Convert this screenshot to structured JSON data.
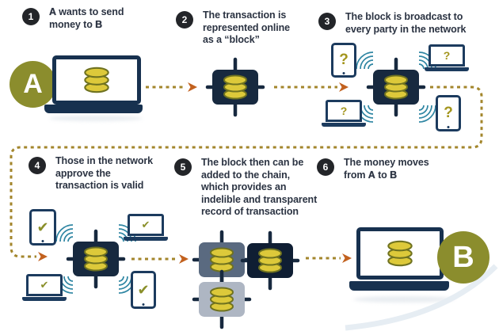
{
  "steps": [
    {
      "number": "1",
      "line1_bold": "A",
      "line1_rest": " wants to send",
      "line2_rest": "money to ",
      "line2_bold": "B"
    },
    {
      "number": "2",
      "lines": [
        "The transaction is",
        "represented online",
        "as a “block”"
      ]
    },
    {
      "number": "3",
      "lines": [
        "The block is broadcast to",
        "every party in the network"
      ]
    },
    {
      "number": "4",
      "lines": [
        "Those in the network",
        "approve the",
        "transaction is valid"
      ]
    },
    {
      "number": "5",
      "lines": [
        "The block then can be",
        "added to the chain,",
        "which provides an",
        "indelible and transparent",
        "record of transaction"
      ]
    },
    {
      "number": "6",
      "line1": "The money moves",
      "line2_pre": "from ",
      "line2_a": "A",
      "line2_mid": " to ",
      "line2_b": "B"
    }
  ],
  "participants": {
    "sender": "A",
    "receiver": "B"
  },
  "symbols": {
    "question": "?",
    "check": "✔"
  },
  "colors": {
    "block_navy": "#17293f",
    "device_navy": "#1c3b5e",
    "laptop_navy": "#17314f",
    "participant_olive": "#8b8d2d",
    "coin_fill": "#ddc93a",
    "coin_stroke": "#6f7220",
    "dash_gold": "#a3862c",
    "arrowhead_orange": "#c2611e",
    "wave_teal": "#2f86a3",
    "chain_slate": "#5a6a80",
    "chain_dark": "#0f1e33",
    "chain_light": "#aeb6c3",
    "badge_bg": "#232529",
    "text": "#2b3342",
    "check_green": "#8a8f2a",
    "question_gold": "#a3951d"
  }
}
